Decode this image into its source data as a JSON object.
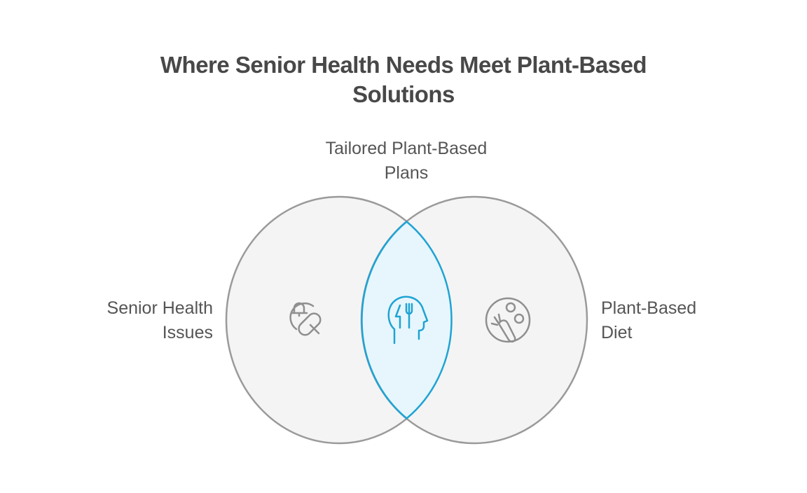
{
  "title": "Where Senior Health Needs Meet Plant-Based Solutions",
  "sets": [
    {
      "label_line1": "Senior Health",
      "label_line2": "Issues",
      "icon": "bell-pill-icon"
    },
    {
      "label_line1": "Plant-Based",
      "label_line2": "Diet",
      "icon": "carrot-vegetables-icon"
    }
  ],
  "intersection": {
    "label_line1": "Tailored Plant-Based",
    "label_line2": "Plans",
    "icon": "head-fork-icon"
  },
  "colors": {
    "circle_fill": "#f4f4f4",
    "circle_stroke": "#9a9a9a",
    "lens_fill": "#e6f6fc",
    "lens_stroke": "#1fa3d4",
    "text": "#555555"
  }
}
